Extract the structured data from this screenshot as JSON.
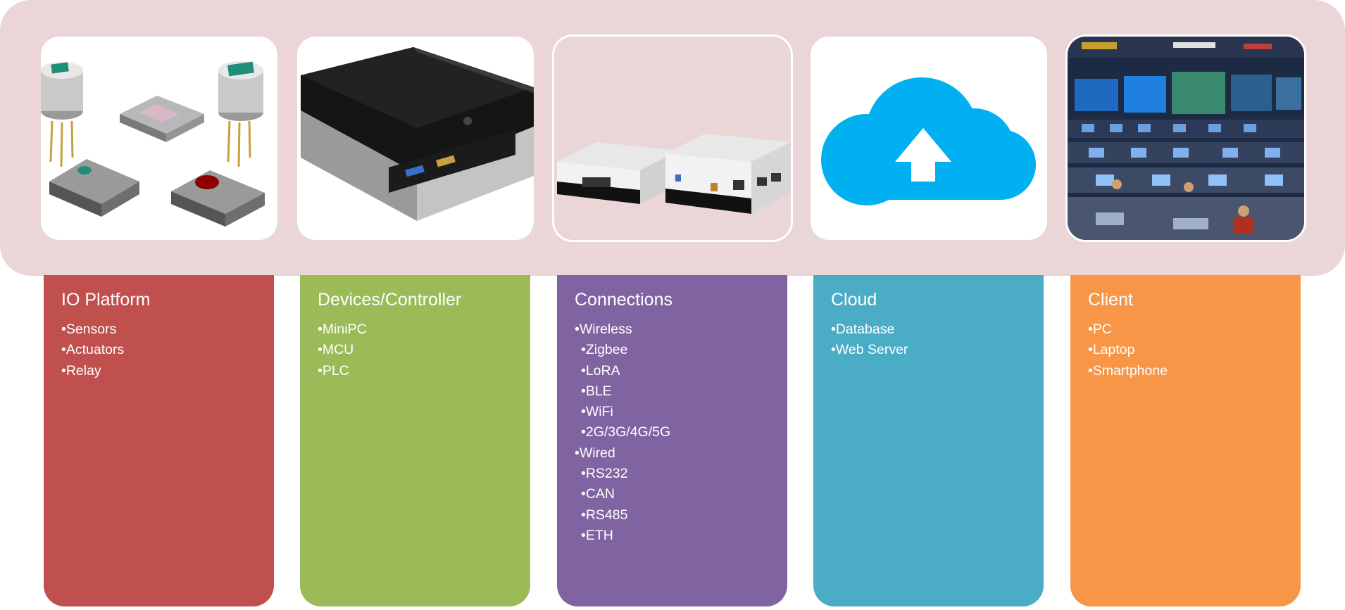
{
  "colors": {
    "band": "#ead5d7",
    "io_platform": "#c0504d",
    "devices_controller": "#9bbb59",
    "connections": "#8064a2",
    "cloud": "#4bacc6",
    "client": "#f79646",
    "cloud_icon": "#00b0f0"
  },
  "images": [
    {
      "name": "sensor-components-image"
    },
    {
      "name": "mini-pc-image"
    },
    {
      "name": "gateway-boxes-image"
    },
    {
      "name": "cloud-upload-icon"
    },
    {
      "name": "control-room-image"
    }
  ],
  "columns": [
    {
      "title": "IO Platform",
      "items": [
        {
          "text": "•Sensors",
          "level": 1
        },
        {
          "text": "•Actuators",
          "level": 1
        },
        {
          "text": "•Relay",
          "level": 1
        }
      ]
    },
    {
      "title": "Devices/Controller",
      "items": [
        {
          "text": "•MiniPC",
          "level": 1
        },
        {
          "text": "•MCU",
          "level": 1
        },
        {
          "text": "•PLC",
          "level": 1
        }
      ]
    },
    {
      "title": "Connections",
      "items": [
        {
          "text": "•Wireless",
          "level": 1
        },
        {
          "text": "•Zigbee",
          "level": 2
        },
        {
          "text": "•LoRA",
          "level": 2
        },
        {
          "text": "•BLE",
          "level": 2
        },
        {
          "text": "•WiFi",
          "level": 2
        },
        {
          "text": "•2G/3G/4G/5G",
          "level": 2
        },
        {
          "text": "•Wired",
          "level": 1
        },
        {
          "text": "•RS232",
          "level": 2
        },
        {
          "text": "•CAN",
          "level": 2
        },
        {
          "text": "•RS485",
          "level": 2
        },
        {
          "text": "•ETH",
          "level": 2
        }
      ]
    },
    {
      "title": "Cloud",
      "items": [
        {
          "text": "•Database",
          "level": 1
        },
        {
          "text": "•Web Server",
          "level": 1
        }
      ]
    },
    {
      "title": "Client",
      "items": [
        {
          "text": "•PC",
          "level": 1
        },
        {
          "text": "•Laptop",
          "level": 1
        },
        {
          "text": "•Smartphone",
          "level": 1
        }
      ]
    }
  ]
}
